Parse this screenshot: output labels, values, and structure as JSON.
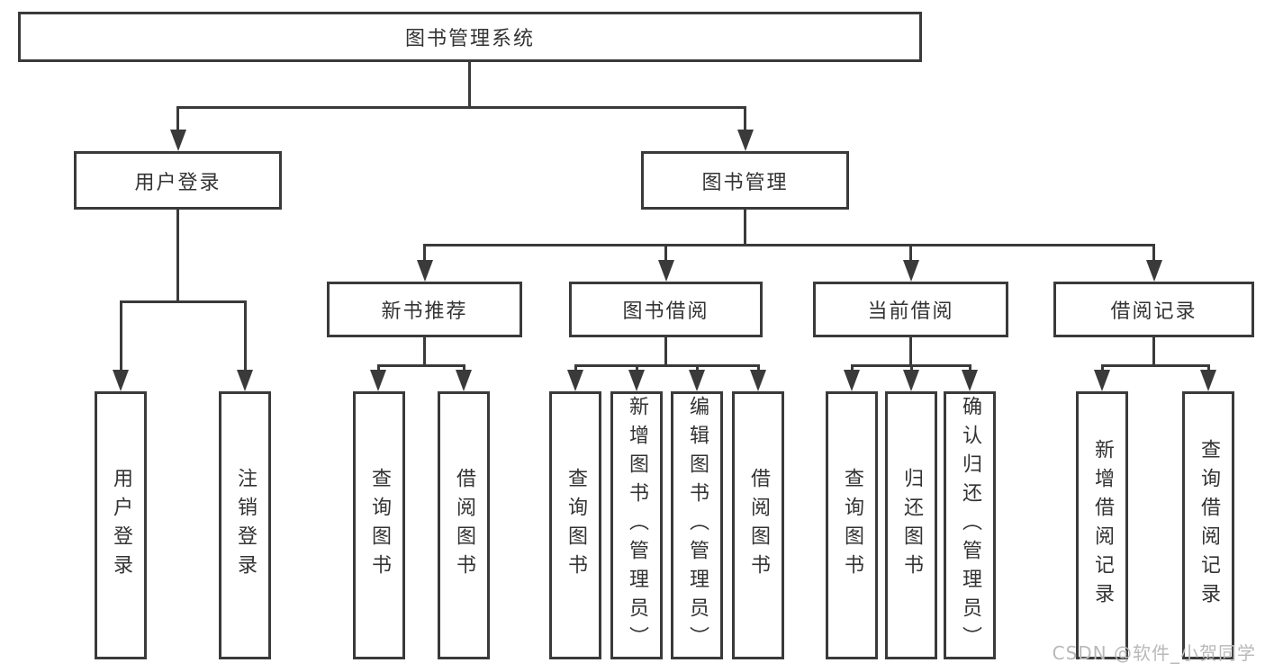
{
  "tree": {
    "root": "图书管理系统",
    "branches": [
      {
        "label": "用户登录",
        "children": [
          "用户登录",
          "注销登录"
        ]
      },
      {
        "label": "图书管理",
        "sub": [
          {
            "label": "新书推荐",
            "children": [
              "查询图书",
              "借阅图书"
            ]
          },
          {
            "label": "图书借阅",
            "children": [
              "查询图书",
              "新增图书（管理员）",
              "编辑图书（管理员）",
              "借阅图书"
            ]
          },
          {
            "label": "当前借阅",
            "children": [
              "查询图书",
              "归还图书",
              "确认归还（管理员）"
            ]
          },
          {
            "label": "借阅记录",
            "children": [
              "新增借阅记录",
              "查询借阅记录"
            ]
          }
        ]
      }
    ]
  },
  "watermark": "CSDN @软件_小贺同学",
  "colors": {
    "line": "#3a3a3a",
    "text": "#333333",
    "background": "#ffffff",
    "watermark": "#b9b9b9"
  }
}
